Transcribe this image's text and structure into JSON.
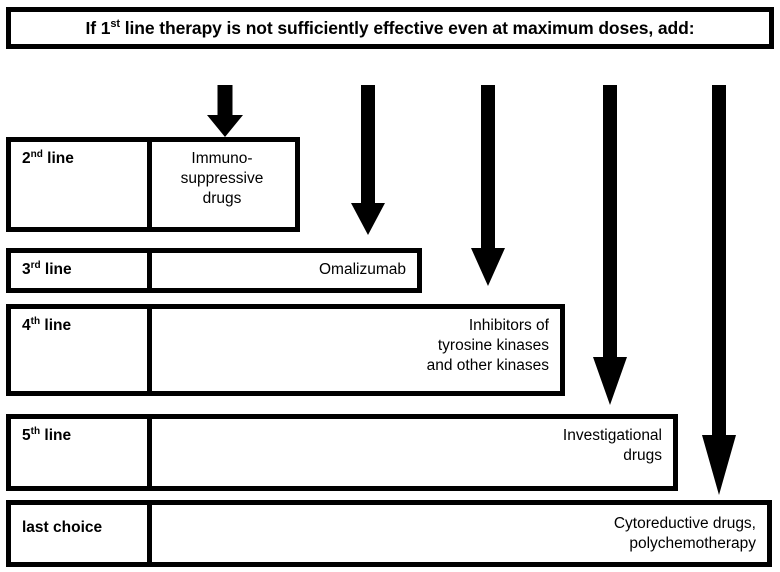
{
  "header": {
    "prefix": "If 1",
    "ordinal": "st",
    "suffix": " line therapy is not sufficiently effective even at maximum doses, add:"
  },
  "colors": {
    "ink": "#000000",
    "paper": "#ffffff"
  },
  "rows": [
    {
      "id": "second-line",
      "label_number": "2",
      "label_ordinal": "nd",
      "label_rest": " line",
      "align": "center",
      "lines": [
        "Immuno-",
        "suppressive",
        "drugs"
      ]
    },
    {
      "id": "third-line",
      "label_number": "3",
      "label_ordinal": "rd",
      "label_rest": " line",
      "align": "right",
      "lines": [
        "Omalizumab"
      ]
    },
    {
      "id": "fourth-line",
      "label_number": "4",
      "label_ordinal": "th",
      "label_rest": " line",
      "align": "right",
      "lines": [
        "Inhibitors of",
        "tyrosine kinases",
        "and other kinases"
      ]
    },
    {
      "id": "fifth-line",
      "label_number": "5",
      "label_ordinal": "th",
      "label_rest": " line",
      "align": "right",
      "lines": [
        "Investigational",
        "drugs"
      ]
    },
    {
      "id": "last-choice",
      "label_number": "",
      "label_ordinal": "",
      "label_rest": "last choice",
      "align": "right",
      "lines": [
        "Cytoreductive drugs,",
        "polychemotherapy"
      ]
    }
  ],
  "arrows": [
    {
      "id": "arrow-to-second-line",
      "target": "second-line"
    },
    {
      "id": "arrow-to-third-line",
      "target": "third-line"
    },
    {
      "id": "arrow-to-fourth-line",
      "target": "fourth-line"
    },
    {
      "id": "arrow-to-fifth-line",
      "target": "fifth-line"
    },
    {
      "id": "arrow-to-last-choice",
      "target": "last-choice"
    }
  ]
}
